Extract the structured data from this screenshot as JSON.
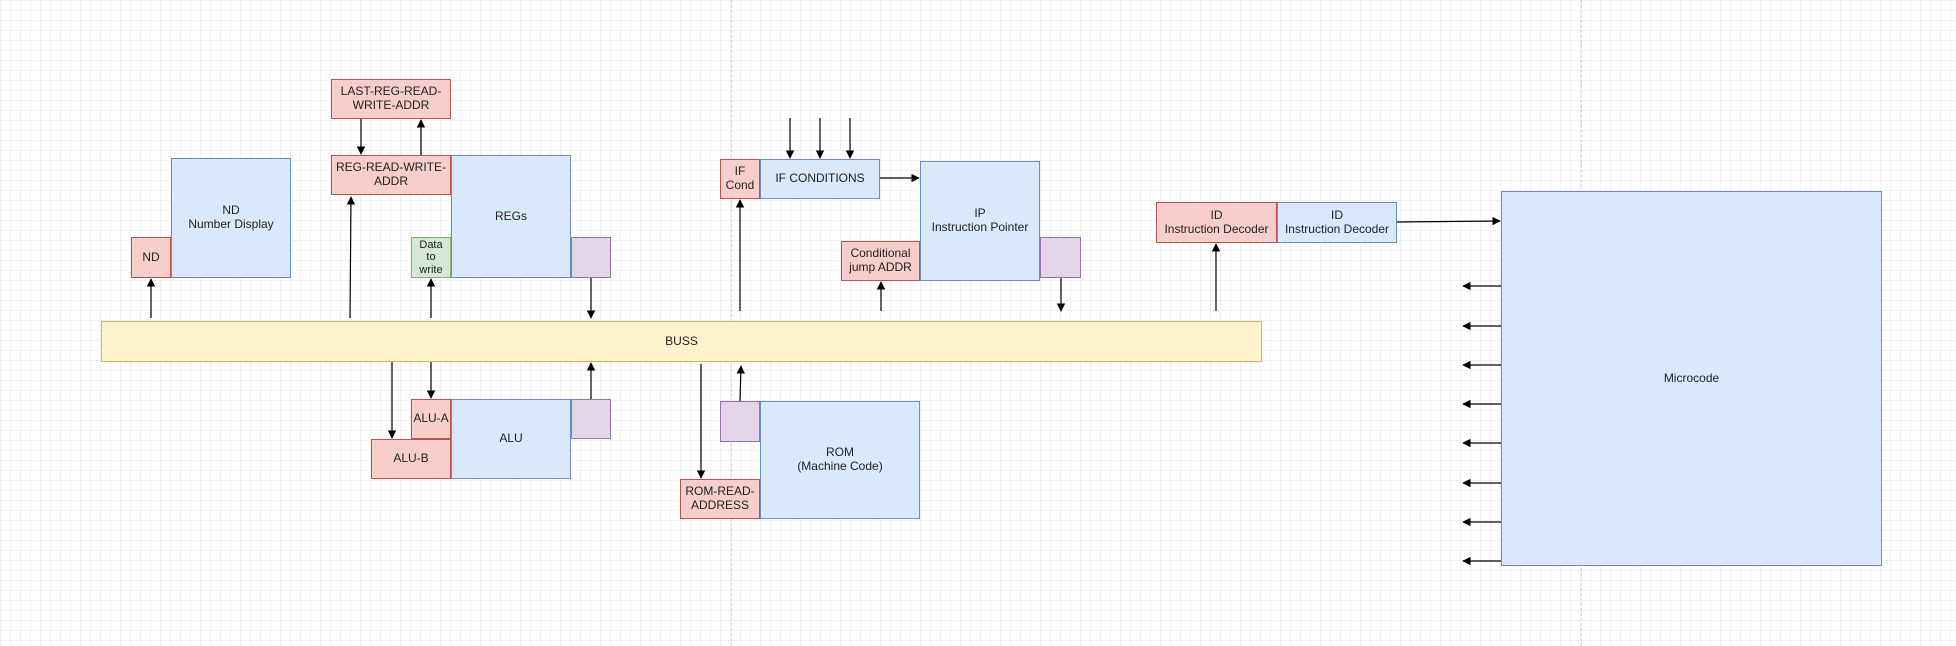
{
  "colors": {
    "blue_fill": "#dae8fc",
    "blue_stroke": "#6c8ebf",
    "red_fill": "#f8cecc",
    "red_stroke": "#b85450",
    "green_fill": "#d5e8d4",
    "green_stroke": "#82b366",
    "purple_fill": "#e1d5e7",
    "purple_stroke": "#9673a6",
    "yellow_fill": "#fff2cc",
    "yellow_stroke": "#d6b656",
    "arrow": "#000000"
  },
  "nodes": {
    "last_reg": "LAST-REG-READ-\nWRITE-ADDR",
    "reg_rw_addr": "REG-READ-WRITE-\nADDR",
    "regs": "REGs",
    "data_to_write": "Data\nto\nwrite",
    "nd_display": "ND\nNumber Display",
    "nd": "ND",
    "if_cond": "IF\nCond",
    "if_conditions": "IF CONDITIONS",
    "ip": "IP\nInstruction Pointer",
    "cond_jump": "Conditional\njump ADDR",
    "id_red": "ID\nInstruction Decoder",
    "id_blue": "ID\nInstruction Decoder",
    "microcode": "Microcode",
    "buss": "BUSS",
    "alu_a": "ALU-A",
    "alu_b": "ALU-B",
    "alu": "ALU",
    "rom": "ROM\n(Machine Code)",
    "rom_addr": "ROM-READ-\nADDRESS"
  }
}
